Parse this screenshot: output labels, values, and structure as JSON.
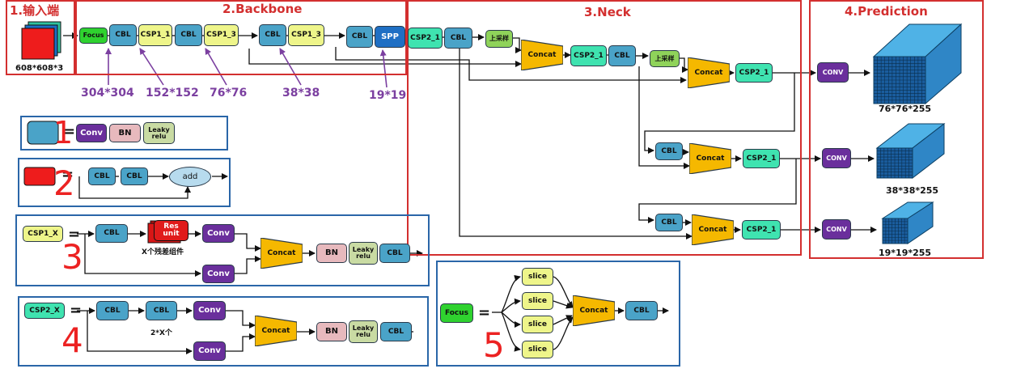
{
  "sections": {
    "input": "1.输入端",
    "backbone": "2.Backbone",
    "neck": "3.Neck",
    "prediction": "4.Prediction"
  },
  "input_size": "608*608*3",
  "backbone": {
    "focus": "Focus",
    "cbl": "CBL",
    "csp1_1": "CSP1_1",
    "csp1_3": "CSP1_3",
    "spp": "SPP",
    "sizes": [
      "304*304",
      "152*152",
      "76*76",
      "38*38",
      "19*19"
    ]
  },
  "neck": {
    "csp2_1": "CSP2_1",
    "cbl": "CBL",
    "upsample": "上采样",
    "concat": "Concat"
  },
  "prediction": {
    "conv": "CONV",
    "outputs": [
      "76*76*255",
      "38*38*255",
      "19*19*255"
    ]
  },
  "legend": {
    "numbers": [
      "1",
      "2",
      "3",
      "4",
      "5"
    ],
    "conv": "Conv",
    "bn": "BN",
    "leaky": "Leaky relu",
    "cbl": "CBL",
    "add": "add",
    "csp1_x": "CSP1_X",
    "csp2_x": "CSP2_X",
    "res_unit": "Res unit",
    "res_caption": "X个残差组件",
    "csp2_caption": "2*X个",
    "concat": "Concat",
    "focus": "Focus",
    "slice": "slice",
    "equals": "="
  },
  "colors": {
    "frame_red": "#d32f2f",
    "frame_blue": "#2a66a8",
    "cbl": "#4aa3c8",
    "csp1": "#eef58a",
    "csp2": "#3fe3b0",
    "conv": "#6a2f9c",
    "concat": "#f5b800",
    "size_label": "#7b3fa0",
    "number": "#ec2222"
  }
}
